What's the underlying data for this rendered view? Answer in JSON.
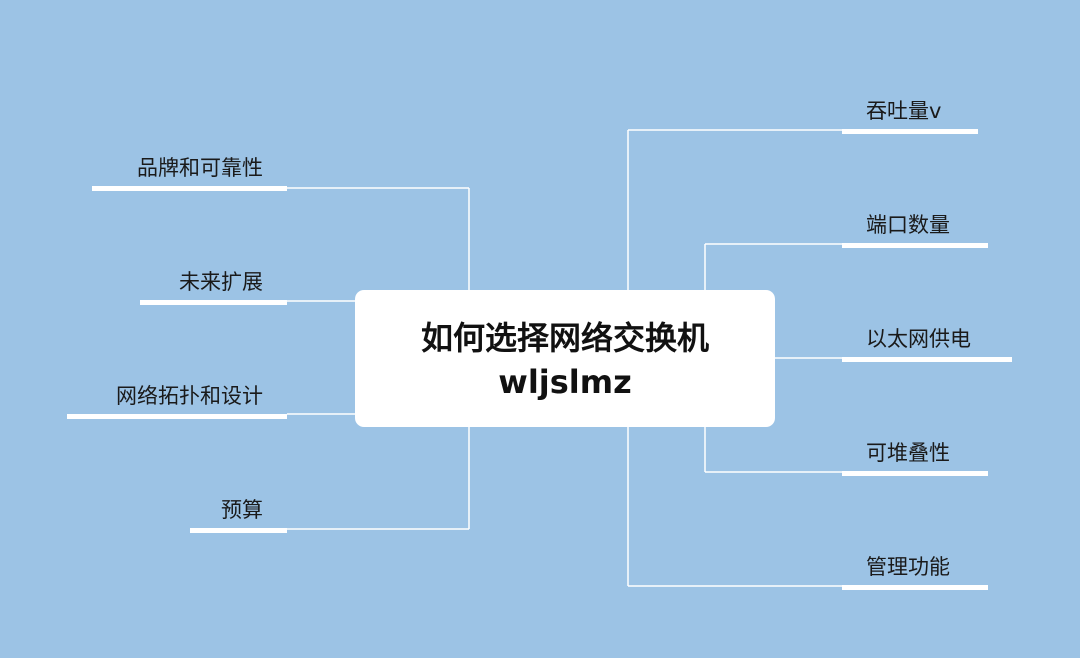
{
  "colors": {
    "background": "#9cc3e5",
    "node_fill": "#ffffff",
    "connector": "#ffffff",
    "text": "#1a1a1a"
  },
  "center": {
    "title": "如何选择网络交换机",
    "subtitle": "wljslmz"
  },
  "left_branches": [
    {
      "label": "品牌和可靠性"
    },
    {
      "label": "未来扩展"
    },
    {
      "label": "网络拓扑和设计"
    },
    {
      "label": "预算"
    }
  ],
  "right_branches": [
    {
      "label": "吞吐量v"
    },
    {
      "label": "端口数量"
    },
    {
      "label": "以太网供电"
    },
    {
      "label": "可堆叠性"
    },
    {
      "label": "管理功能"
    }
  ]
}
